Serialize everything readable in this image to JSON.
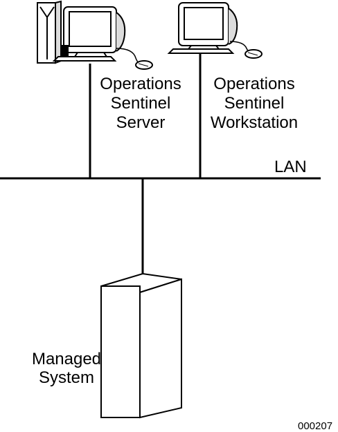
{
  "server": {
    "label_lines": [
      "Operations",
      "Sentinel",
      "Server"
    ]
  },
  "workstation": {
    "label_lines": [
      "Operations",
      "Sentinel",
      "Workstation"
    ]
  },
  "network": {
    "label": "LAN"
  },
  "managed_system": {
    "label_lines": [
      "Managed",
      "System"
    ]
  },
  "figure_id": "000207",
  "colors": {
    "line": "#000000",
    "fill": "#ffffff",
    "shade": "#dcdcdc"
  }
}
